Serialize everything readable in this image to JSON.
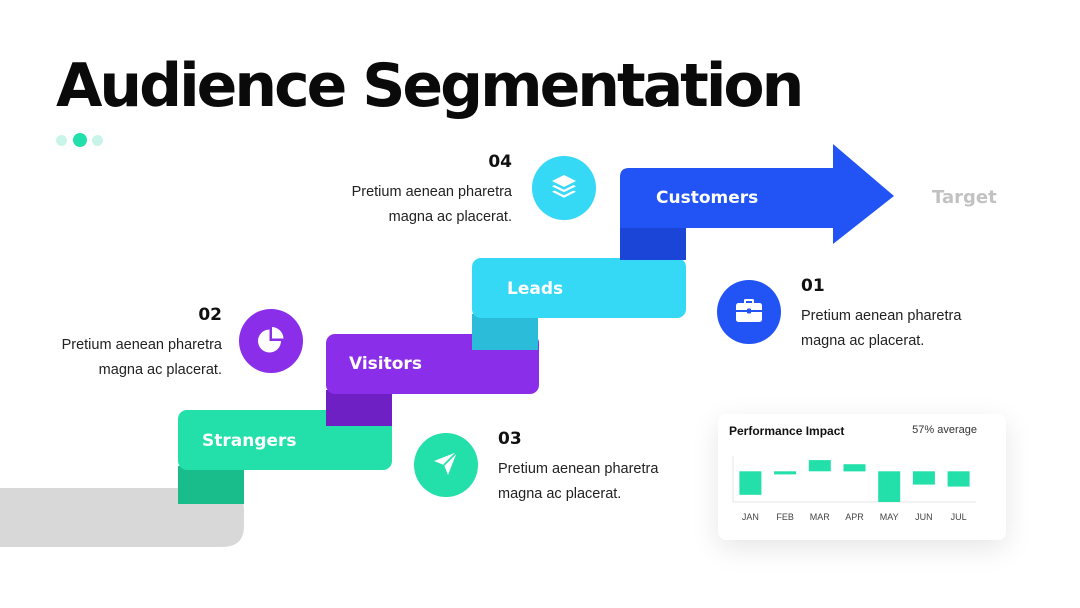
{
  "title": "Audience Segmentation",
  "colors": {
    "green": "#23DFA9",
    "purple": "#8B2EEA",
    "cyan": "#35D8F5",
    "blue": "#2254F5",
    "gray_base": "#D8D8D8",
    "dot_light": "#C9F5E8",
    "dot_active": "#23DFA9"
  },
  "steps": [
    {
      "label": "Strangers"
    },
    {
      "label": "Visitors"
    },
    {
      "label": "Leads"
    },
    {
      "label": "Customers"
    }
  ],
  "target_label": "Target",
  "notes": [
    {
      "num": "01",
      "text_line1": "Pretium aenean pharetra",
      "text_line2": "magna ac placerat.",
      "icon": "briefcase-icon"
    },
    {
      "num": "02",
      "text_line1": "Pretium aenean pharetra",
      "text_line2": "magna ac placerat.",
      "icon": "pie-chart-icon"
    },
    {
      "num": "03",
      "text_line1": "Pretium aenean pharetra",
      "text_line2": "magna ac placerat.",
      "icon": "send-icon"
    },
    {
      "num": "04",
      "text_line1": "Pretium aenean pharetra",
      "text_line2": "magna ac placerat.",
      "icon": "layers-icon"
    }
  ],
  "performance": {
    "title": "Performance Impact",
    "average": "57% average"
  },
  "chart_data": {
    "type": "bar",
    "title": "Performance Impact",
    "categories": [
      "JAN",
      "FEB",
      "MAR",
      "APR",
      "MAY",
      "JUN",
      "JUL"
    ],
    "values": [
      -23,
      -3,
      11,
      7,
      -30,
      -13,
      -15
    ],
    "ylim": [
      -30,
      15
    ],
    "grid": false,
    "bar_color": "#23DFA9"
  }
}
